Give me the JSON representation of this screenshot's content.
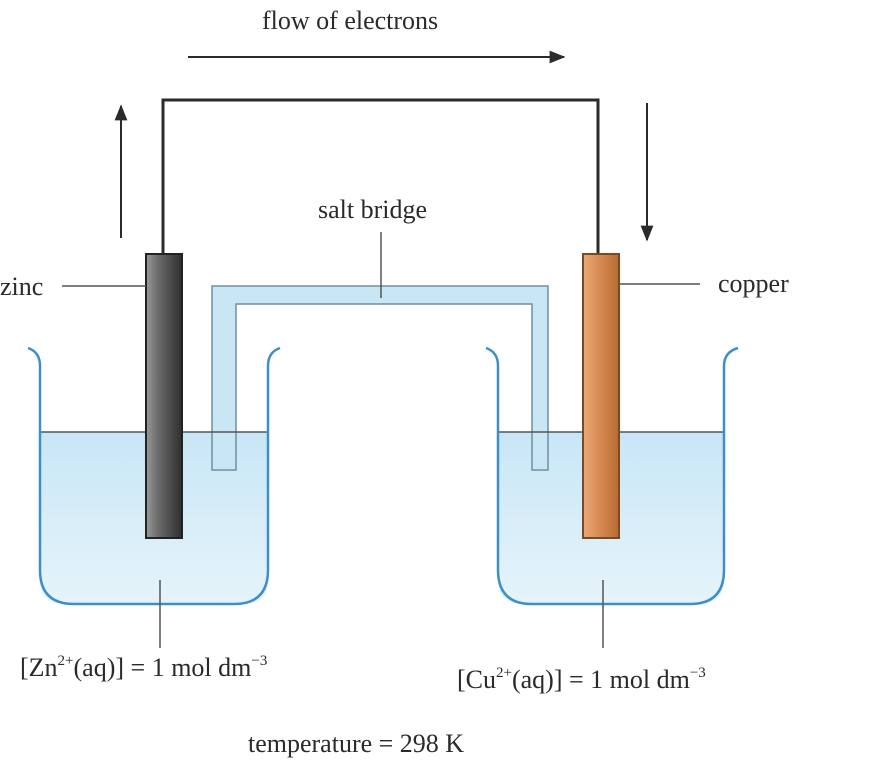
{
  "labels": {
    "flow": "flow of electrons",
    "salt_bridge": "salt bridge",
    "zinc": "zinc",
    "copper": "copper",
    "temperature": "temperature = 298 K"
  },
  "left_conc": {
    "open": "[Zn",
    "charge": "2+",
    "mid": "(aq)] = 1 mol dm",
    "exp": "−3"
  },
  "right_conc": {
    "open": "[Cu",
    "charge": "2+",
    "mid": "(aq)] = 1 mol dm",
    "exp": "−3"
  },
  "colors": {
    "solution": "#d4ecf8",
    "bridge": "#c9e6f5",
    "beaker": "#3d8ec9",
    "zinc": "#5a5a5a",
    "copper": "#d6884f",
    "wire": "#2b2b2b"
  }
}
